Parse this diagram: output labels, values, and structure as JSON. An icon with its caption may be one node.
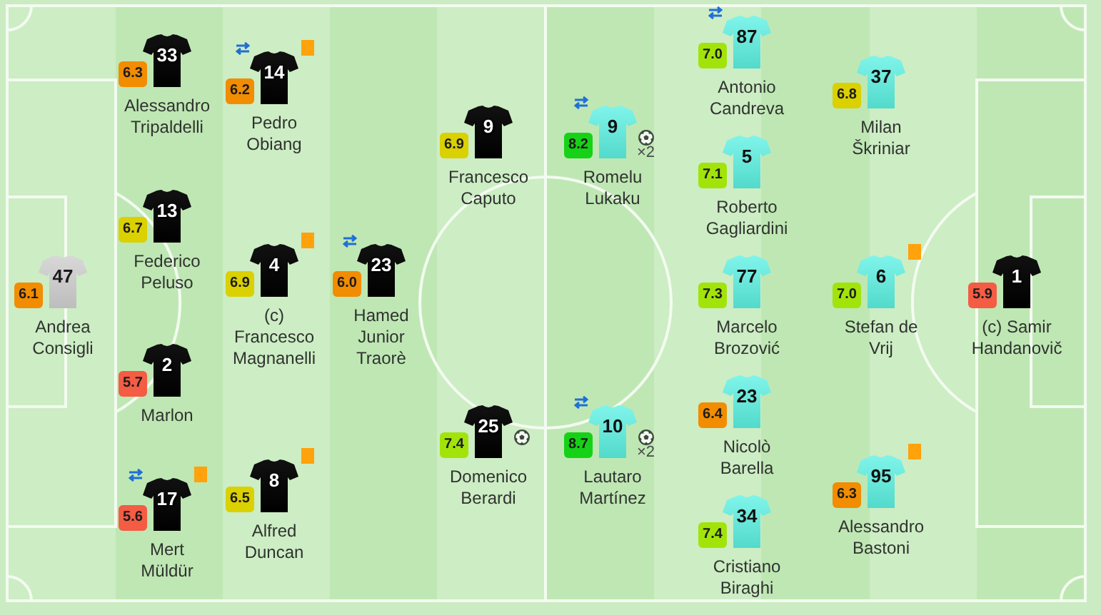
{
  "diagram": {
    "nodes": [
      {
        "text": [
          "6.1",
          "47",
          "Andrea Consigli"
        ]
      },
      {
        "text": [
          "6.3",
          "33",
          "Alessandro Tripaldelli"
        ]
      },
      {
        "text": [
          "6.7",
          "13",
          "Federico Peluso"
        ]
      },
      {
        "text": [
          "5.7",
          "2",
          "Marlon"
        ]
      },
      {
        "text": [
          "5.6",
          "17",
          "Mert Müldür"
        ]
      },
      {
        "text": [
          "6.2",
          "14",
          "Pedro Obiang"
        ]
      },
      {
        "text": [
          "6.9",
          "4",
          "(c) Francesco Magnanelli"
        ]
      },
      {
        "text": [
          "6.5",
          "8",
          "Alfred Duncan"
        ]
      },
      {
        "text": [
          "6.0",
          "23",
          "Hamed Junior Traorè"
        ]
      },
      {
        "text": [
          "6.9",
          "9",
          "Francesco Caputo"
        ]
      },
      {
        "text": [
          "7.4",
          "25",
          "Domenico Berardi"
        ]
      },
      {
        "text": [
          "8.2",
          "9",
          "Romelu Lukaku",
          "×2"
        ]
      },
      {
        "text": [
          "8.7",
          "10",
          "Lautaro Martínez",
          "×2"
        ]
      },
      {
        "text": [
          "7.0",
          "87",
          "Antonio Candreva"
        ]
      },
      {
        "text": [
          "7.1",
          "5",
          "Roberto Gagliardini"
        ]
      },
      {
        "text": [
          "7.3",
          "77",
          "Marcelo Brozović"
        ]
      },
      {
        "text": [
          "6.4",
          "23",
          "Nicolò Barella"
        ]
      },
      {
        "text": [
          "7.4",
          "34",
          "Cristiano Biraghi"
        ]
      },
      {
        "text": [
          "6.8",
          "37",
          "Milan Škriniar"
        ]
      },
      {
        "text": [
          "7.0",
          "6",
          "Stefan de Vrij"
        ]
      },
      {
        "text": [
          "6.3",
          "95",
          "Alessandro Bastoni"
        ]
      },
      {
        "text": [
          "5.9",
          "1",
          "(c) Samir Handanovič"
        ]
      }
    ]
  }
}
